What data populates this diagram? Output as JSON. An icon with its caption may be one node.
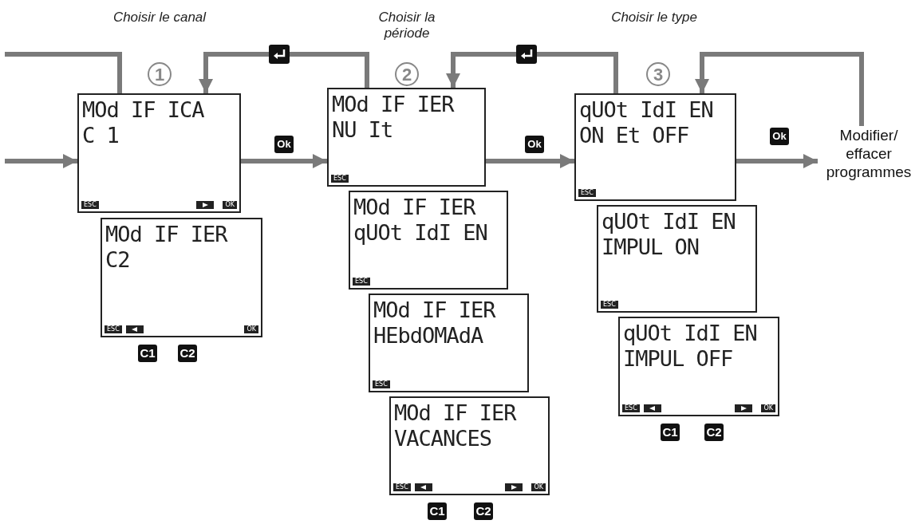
{
  "diagram": {
    "nodes": [
      {
        "text": [
          "MOd IF ICA",
          "C 1",
          "ESC",
          "OK"
        ]
      },
      {
        "text": [
          "MOd IF IER",
          "C2",
          "ESC",
          "OK"
        ]
      },
      {
        "text": [
          "MOd IF IER",
          "NU It",
          "ESC"
        ]
      },
      {
        "text": [
          "MOd IF IER",
          "qUOt IdI EN",
          "ESC"
        ]
      },
      {
        "text": [
          "MOd IF IER",
          "HEbdOMAdA",
          "ESC"
        ]
      },
      {
        "text": [
          "MOd IF IER",
          "VACANCES",
          "ESC",
          "OK"
        ]
      },
      {
        "text": [
          "qUOt IdI EN",
          "ON Et OFF",
          "ESC"
        ]
      },
      {
        "text": [
          "qUOt IdI EN",
          "IMPUL ON",
          "ESC"
        ]
      },
      {
        "text": [
          "qUOt IdI EN",
          "IMPUL OFF",
          "ESC",
          "OK"
        ]
      },
      {
        "text": [
          "Modifier/ effacer programmes"
        ]
      }
    ],
    "edges": [
      {
        "from": null,
        "to": 0,
        "arrow": "to"
      },
      {
        "from": 0,
        "to": 2,
        "arrow": "to",
        "label": "Ok"
      },
      {
        "from": 2,
        "to": 6,
        "arrow": "to",
        "label": "Ok"
      },
      {
        "from": 6,
        "to": 9,
        "arrow": "to",
        "label": "Ok"
      },
      {
        "from": 2,
        "to": 0,
        "arrow": "to"
      },
      {
        "from": 6,
        "to": 2,
        "arrow": "to"
      },
      {
        "from": 9,
        "to": 6,
        "arrow": "to"
      },
      {
        "from": 0,
        "to": null,
        "arrow": "none"
      }
    ],
    "labels": [
      "Choisir le canal",
      "1",
      "Choisir la période",
      "2",
      "Choisir le type",
      "3",
      "C1",
      "C2",
      "C1",
      "C2",
      "C1",
      "C2"
    ]
  }
}
